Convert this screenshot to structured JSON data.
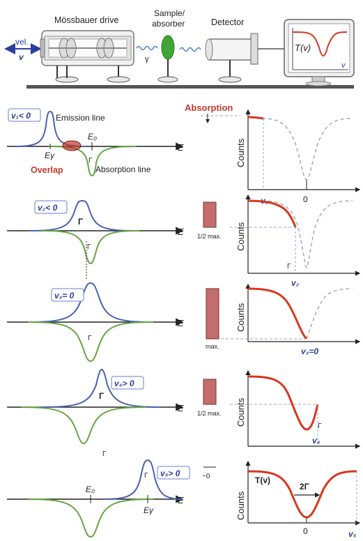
{
  "colors": {
    "emission": "#4a5fb5",
    "absorption": "#63a543",
    "spectrum": "#d8361f",
    "velocity_text": "#2a3ea0",
    "overlap_text": "#c0392b",
    "bar_fill": "#c46d6d",
    "dashed": "#9aa3b8",
    "axis": "#222222",
    "sample_green": "#3fa535"
  },
  "apparatus": {
    "drive_label": "Mössbauer drive",
    "sample_label_line1": "Sample/",
    "sample_label_line2": "absorber",
    "detector_label": "Detector",
    "vel_label": "vel.",
    "v_label": "v",
    "gamma_label": "γ",
    "monitor_label": "T(v)",
    "monitor_axis_label": "v"
  },
  "panel1": {
    "velocity_label": "v₁< 0",
    "emission_label": "Emission line",
    "absorption_label": "Absorption line",
    "overlap_label": "Overlap",
    "e0_label": "E₀",
    "egamma_label": "Eγ",
    "gamma_width_label": "Γ",
    "energy_axis_label": "E",
    "absorption_title": "Absorption",
    "counts_label": "Counts",
    "v_tick_label": "v₁",
    "zero_label": "0"
  },
  "panel2": {
    "velocity_label": "v₂< 0",
    "gamma_width_label": "Γ",
    "gamma_bold_label": "Γ",
    "energy_axis_label": "E",
    "half_max_label": "1/2 max.",
    "counts_label": "Counts",
    "gamma_spectrum_label": "Γ",
    "v_tick_label": "v₂"
  },
  "panel3": {
    "velocity_label": "v₃= 0",
    "gamma_width_label": "Γ",
    "energy_axis_label": "E",
    "max_label": "max.",
    "counts_label": "Counts",
    "v_tick_label": "v₃=0"
  },
  "panel4": {
    "velocity_label": "v₄> 0",
    "gamma_width_label": "Γ",
    "gamma_bold_label": "Γ",
    "energy_axis_label": "E",
    "half_max_label": "1/2 max.",
    "counts_label": "Counts",
    "gamma_spectrum_label": "Γ",
    "v_tick_label": "v₄"
  },
  "panel5": {
    "velocity_label": "v₅> 0",
    "gamma_width_label": "Γ",
    "e0_label": "E₀",
    "egamma_label": "Eγ",
    "energy_axis_label": "E",
    "zero_bar_label": "~0",
    "counts_label": "Counts",
    "tv_label": "T(v)",
    "two_gamma_label": "2Γ",
    "zero_label": "0",
    "v_tick_label": "v₅"
  }
}
